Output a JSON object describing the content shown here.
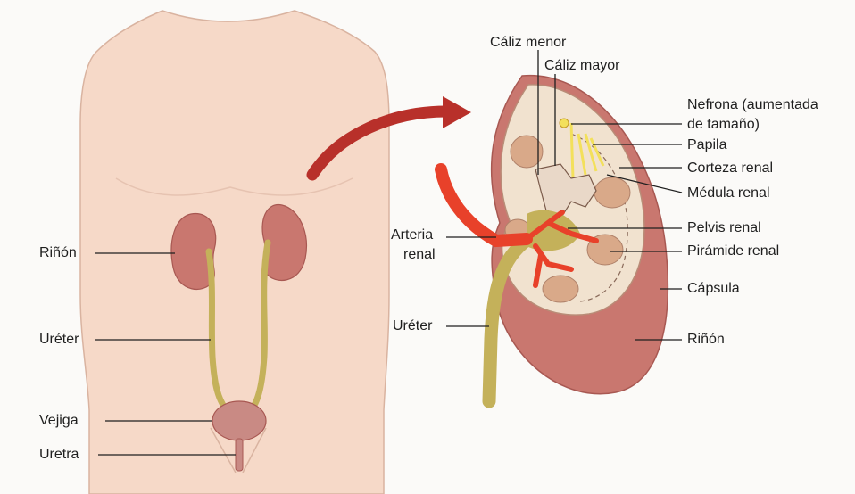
{
  "labels": {
    "left_rinon": "Riñón",
    "left_ureter": "Uréter",
    "vejiga": "Vejiga",
    "uretra": "Uretra",
    "caliz_menor": "Cáliz menor",
    "caliz_mayor": "Cáliz mayor",
    "nefrona_1": "Nefrona (aumentada",
    "nefrona_2": "de tamaño)",
    "papila": "Papila",
    "corteza": "Corteza renal",
    "medula": "Médula renal",
    "pelvis": "Pelvis renal",
    "piramide": "Pirámide renal",
    "capsula": "Cápsula",
    "right_rinon": "Riñón",
    "arteria_1": "Arteria",
    "arteria_2": "renal",
    "right_ureter": "Uréter"
  },
  "colors": {
    "skin": "#f6d9c8",
    "skin_outline": "#d9b3a0",
    "kidney": "#c9776f",
    "kidney_dark": "#a85852",
    "ureter": "#c4b15a",
    "cortex": "#f1e2cf",
    "artery": "#e8412a",
    "arrow": "#b8302a",
    "pyramid": "#d9a989",
    "bladder": "#c98a84"
  }
}
